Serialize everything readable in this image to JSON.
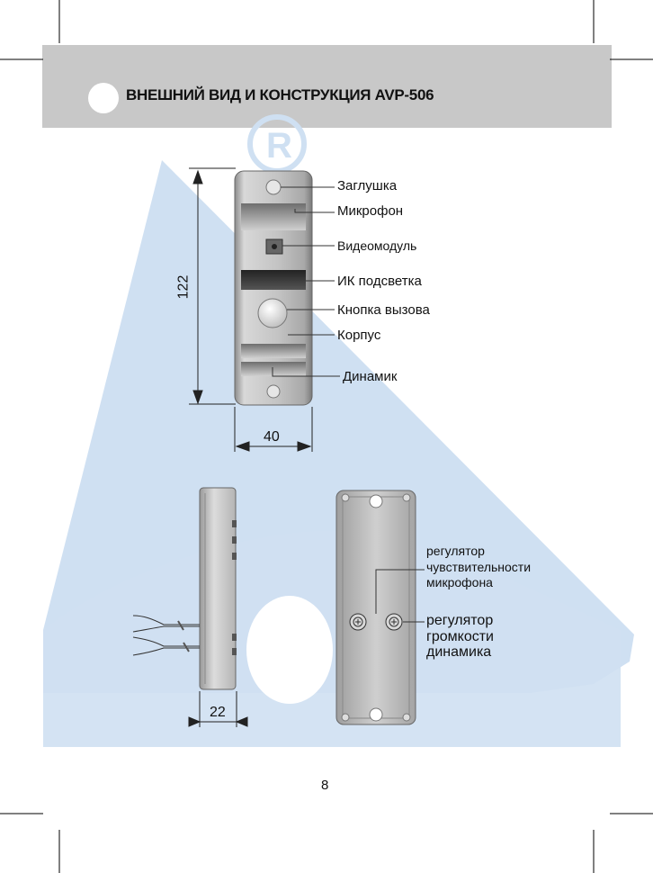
{
  "header": {
    "title": "ВНЕШНИЙ ВИД И КОНСТРУКЦИЯ AVP-506"
  },
  "watermark": {
    "symbol": "R",
    "color": "#cfe0f2"
  },
  "front": {
    "labels": [
      "Заглушка",
      "Микрофон",
      "Видеомодуль",
      "ИК подсветка",
      "Кнопка вызова",
      "Корпус",
      "Динамик"
    ],
    "height": "122",
    "width": "40"
  },
  "side": {
    "depth": "22"
  },
  "back": {
    "mic_label": [
      "регулятор",
      "чувствительности",
      "микрофона"
    ],
    "speaker_label": [
      "регулятор",
      "громкости",
      "динамика"
    ]
  },
  "page": {
    "number": "8"
  }
}
